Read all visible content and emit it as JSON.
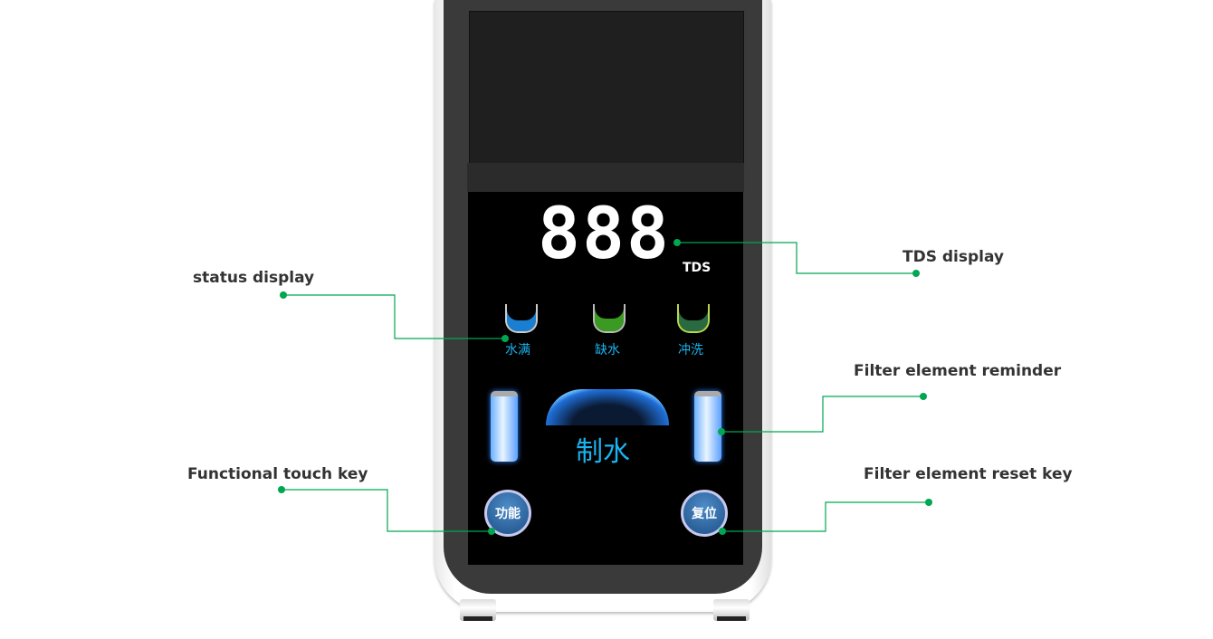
{
  "screen": {
    "tds_digits": "888",
    "tds_unit": "TDS",
    "status_icons": [
      {
        "label": "水满",
        "color": "#19b4f0"
      },
      {
        "label": "缺水",
        "color": "#5cc83a"
      },
      {
        "label": "冲洗",
        "color": "#b6d84a"
      }
    ],
    "mode_label": "制水",
    "function_key": "功能",
    "reset_key": "复位"
  },
  "callouts": {
    "tds": "TDS display",
    "status": "status display",
    "filter_reminder": "Filter element reminder",
    "function_key": "Functional touch key",
    "reset_key": "Filter element reset key"
  },
  "colors": {
    "callout": "#00a651",
    "screen_text": "#19b4f0"
  }
}
